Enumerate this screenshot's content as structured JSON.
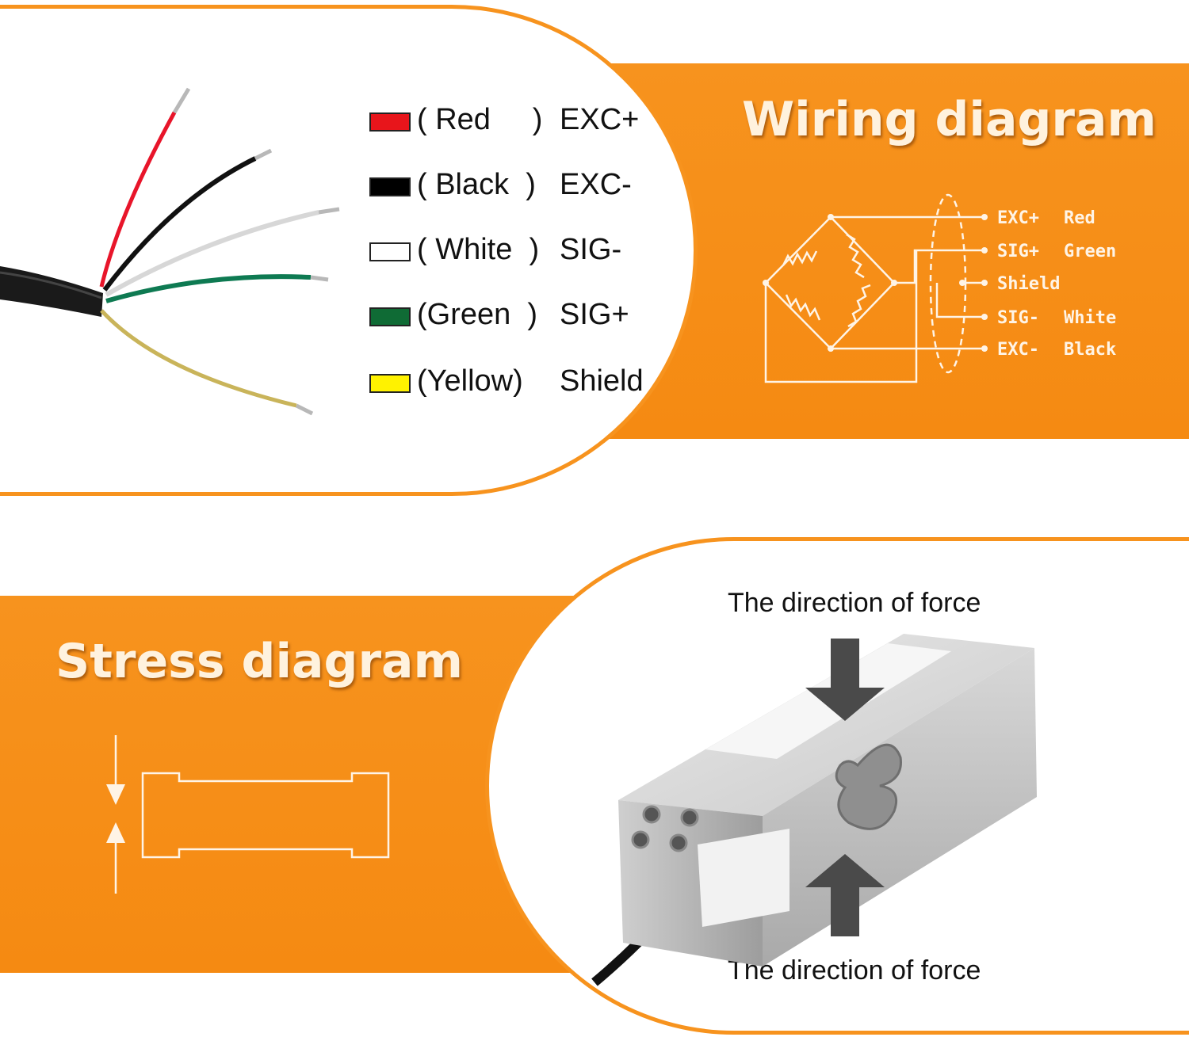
{
  "wiring": {
    "title": "Wiring diagram",
    "legend": [
      {
        "color_name": "( Red     )",
        "signal": "EXC+",
        "swatch": "#e8151b"
      },
      {
        "color_name": "( Black  )",
        "signal": "EXC-",
        "swatch": "#000000"
      },
      {
        "color_name": "( White  )",
        "signal": "SIG-",
        "swatch": "#ffffff"
      },
      {
        "color_name": "(Green  )",
        "signal": "SIG+",
        "swatch": "#0f6b35"
      },
      {
        "color_name": "(Yellow)",
        "signal": "Shield",
        "swatch": "#fff200"
      }
    ],
    "terminals": [
      {
        "signal": "EXC+",
        "color": "Red"
      },
      {
        "signal": "SIG+",
        "color": "Green"
      },
      {
        "signal": "Shield",
        "color": ""
      },
      {
        "signal": "SIG-",
        "color": "White"
      },
      {
        "signal": "EXC-",
        "color": "Black"
      }
    ]
  },
  "stress": {
    "title": "Stress diagram",
    "force_top": "The direction of force",
    "force_bottom": "The direction of force"
  },
  "colors": {
    "accent": "#f7931e",
    "diagram_line": "#fff4e6"
  }
}
